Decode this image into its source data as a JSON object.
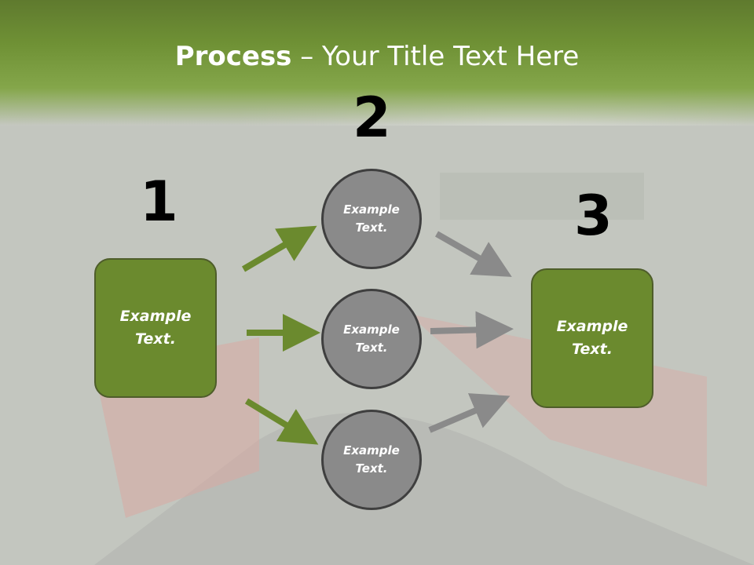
{
  "title": {
    "bold": "Process",
    "rest": " – Your Title Text Here"
  },
  "numbers": [
    "1",
    "2",
    "3"
  ],
  "left_box": {
    "line1": "Example",
    "line2": "Text."
  },
  "right_box": {
    "line1": "Example",
    "line2": "Text."
  },
  "circles": [
    {
      "line1": "Example",
      "line2": "Text."
    },
    {
      "line1": "Example",
      "line2": "Text."
    },
    {
      "line1": "Example",
      "line2": "Text."
    }
  ],
  "colors": {
    "header": "#6f9135",
    "box": "#6b8a2e",
    "circle": "#8a8a8a",
    "green_arrow": "#6b8a2e",
    "gray_arrow": "#8a8a8a"
  }
}
